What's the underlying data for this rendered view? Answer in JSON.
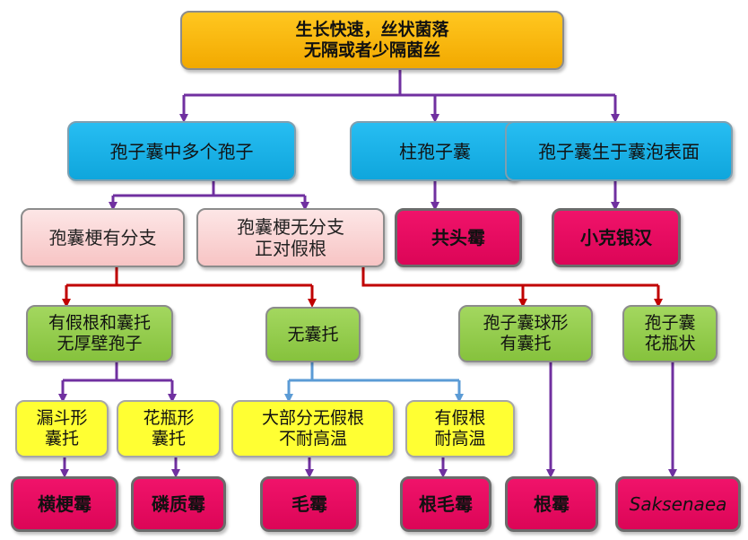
{
  "nodes": {
    "root": "生长快速，丝状菌落\n无隔或者少隔菌丝",
    "multi_spore": "孢子囊中多个孢子",
    "columnar": "柱孢子囊",
    "surface": "孢子囊生于囊泡表面",
    "branched": "孢囊梗有分支",
    "unbranched": "孢囊梗无分支\n正对假根",
    "syncephalastrum": "共头霉",
    "cunninghamella": "小克银汉",
    "rhizoid_apophysis": "有假根和囊托\n无厚壁孢子",
    "no_apophysis": "无囊托",
    "globose": "孢子囊球形\n有囊托",
    "flask": "孢子囊\n花瓶状",
    "funnel": "漏斗形\n囊托",
    "vase": "花瓶形\n囊托",
    "mostly_no_rhizoid": "大部分无假根\n不耐高温",
    "has_rhizoid": "有假根\n耐高温",
    "lichtheimia": "横梗霉",
    "apophysomyces": "磷质霉",
    "mucor": "毛霉",
    "rhizomucor": "根毛霉",
    "rhizopus": "根霉",
    "saksenaea": "Saksenaea"
  },
  "colors": {
    "purple_arrow": "#7030a0",
    "red_arrow": "#c00000",
    "blue_arrow": "#5b9bd5"
  }
}
